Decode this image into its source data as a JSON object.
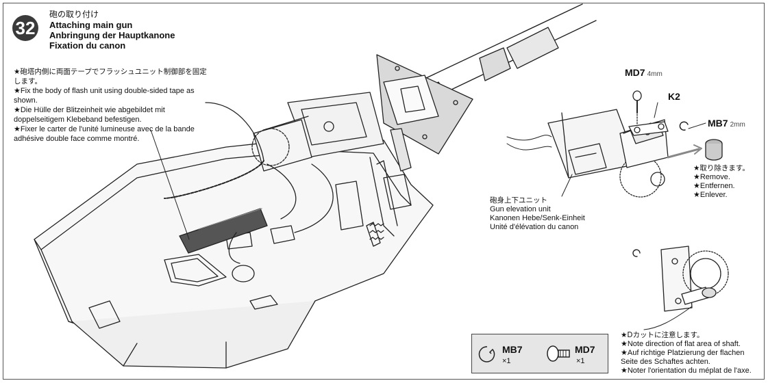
{
  "step": {
    "number": "32",
    "title_jp": "砲の取り付け",
    "title_en": "Attaching main gun",
    "title_de": "Anbringung der Hauptkanone",
    "title_fr": "Fixation du canon"
  },
  "flash_note": {
    "jp": "★砲塔内側に両面テープでフラッシュユニット制御部を固定します。",
    "en": "★Fix the body of flash unit using double-sided tape as shown.",
    "de": "★Die Hülle der Blitzeinheit wie abgebildet mit doppelseitigem Klebeband befestigen.",
    "fr": "★Fixer le carter de l'unité lumineuse avec de la bande adhésive double face comme montré."
  },
  "parts": {
    "md7": "MD7",
    "md7_size": "4mm",
    "k2": "K2",
    "mb7": "MB7",
    "mb7_size": "2mm"
  },
  "remove_note": {
    "jp": "★取り除きます。",
    "en": "★Remove.",
    "de": "★Entfernen.",
    "fr": "★Enlever."
  },
  "elevation_unit": {
    "jp": "砲身上下ユニット",
    "en": "Gun elevation unit",
    "de": "Kanonen Hebe/Senk-Einheit",
    "fr": "Unité d'élévation du canon"
  },
  "shaft_note": {
    "jp": "★Dカットに注意します。",
    "en": "★Note direction of flat area of shaft.",
    "de": "★Auf richtige Platzierung der flachen Seite des Schaftes achten.",
    "fr": "★Noter l'orientation du méplat de l'axe."
  },
  "parts_box": {
    "item1_name": "MB7",
    "item1_qty": "×1",
    "item2_name": "MD7",
    "item2_qty": "×1"
  }
}
